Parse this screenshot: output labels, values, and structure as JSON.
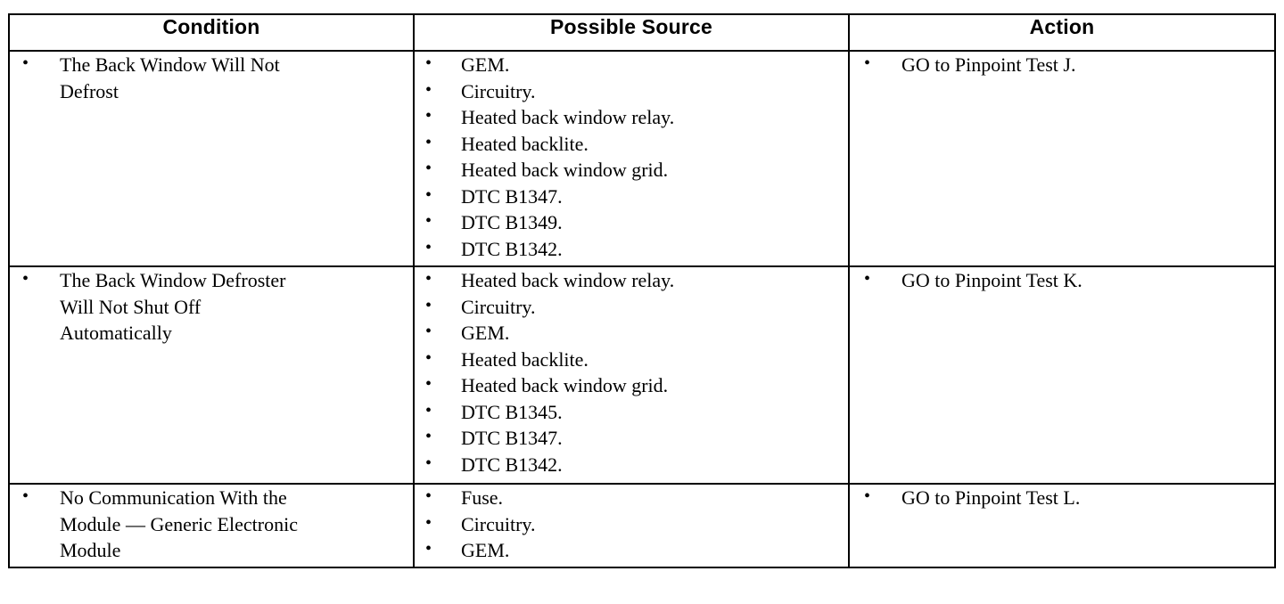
{
  "table": {
    "columns": [
      {
        "key": "condition",
        "header": "Condition"
      },
      {
        "key": "source",
        "header": "Possible Source"
      },
      {
        "key": "action",
        "header": "Action"
      }
    ],
    "rows": [
      {
        "condition": [
          "The Back Window Will Not\nDefrost"
        ],
        "source": [
          "GEM.",
          "Circuitry.",
          "Heated back window relay.",
          "Heated backlite.",
          "Heated back window grid.",
          "DTC B1347.",
          "DTC B1349.",
          "DTC B1342."
        ],
        "action": [
          "GO to Pinpoint Test J."
        ]
      },
      {
        "condition": [
          "The Back Window Defroster\nWill Not Shut Off\nAutomatically"
        ],
        "source": [
          "Heated back window relay.",
          "Circuitry.",
          "GEM.",
          "Heated backlite.",
          "Heated back window grid.",
          "DTC B1345.",
          "DTC B1347.",
          "DTC B1342."
        ],
        "action": [
          "GO to Pinpoint Test K."
        ]
      },
      {
        "condition": [
          "No Communication With the\nModule — Generic Electronic\nModule"
        ],
        "source": [
          "Fuse.",
          "Circuitry.",
          "GEM."
        ],
        "action": [
          "GO to Pinpoint Test L."
        ]
      }
    ]
  },
  "style": {
    "border_color": "#000000",
    "text_color": "#000000",
    "background": "#ffffff"
  }
}
